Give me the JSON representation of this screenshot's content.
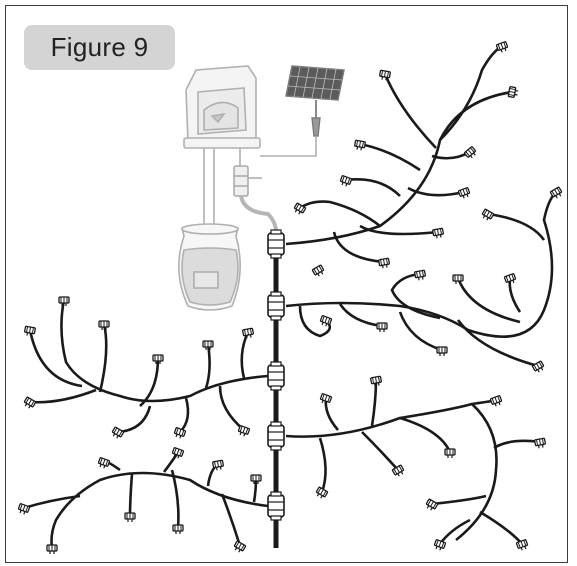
{
  "figure": {
    "label": "Figure 9"
  },
  "components": {
    "controller": "pump-controller-unit",
    "solar_panel": "solar-panel",
    "reservoir": "water-reservoir-jar",
    "main_line": "main-supply-tube",
    "drippers": "drip-emitter"
  },
  "colors": {
    "line": "#1a1a1a",
    "faded_equipment": "#b9b9b9",
    "label_bg": "#d4d4d4",
    "frame": "#3a3a3a"
  }
}
